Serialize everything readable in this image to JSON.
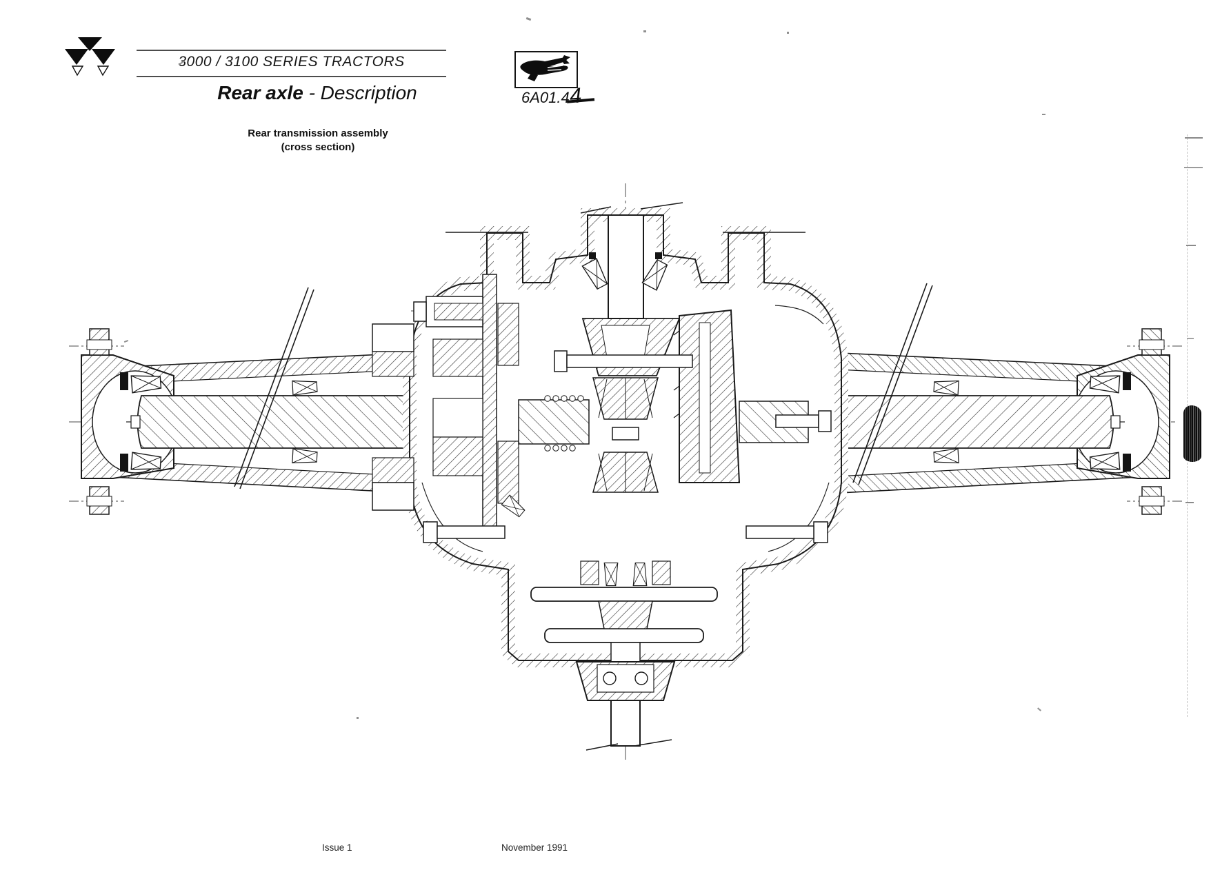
{
  "header": {
    "series_title": "3000 / 3100  SERIES TRACTORS",
    "title_bold": "Rear axle",
    "title_rest": " - Description",
    "section_code_prefix": "6A01.",
    "section_code_printed_digit": "4",
    "section_code_handwritten_digit": "4"
  },
  "icons": {
    "logo": "massey-ferguson-triple-triangle-logo",
    "service_icon": "hand-holding-wrench-icon"
  },
  "figure": {
    "caption_line1": "Rear transmission assembly",
    "caption_line2": "(cross section)",
    "type": "technical-cross-section-drawing",
    "subject": "Rear axle / rear transmission assembly of 3000-3100 series tractor, sectioned through wheel hubs, axle shafts, differential, bevel pinion input shaft and lower PTO output shaft"
  },
  "footer": {
    "issue": "Issue 1",
    "date": "November 1991"
  }
}
